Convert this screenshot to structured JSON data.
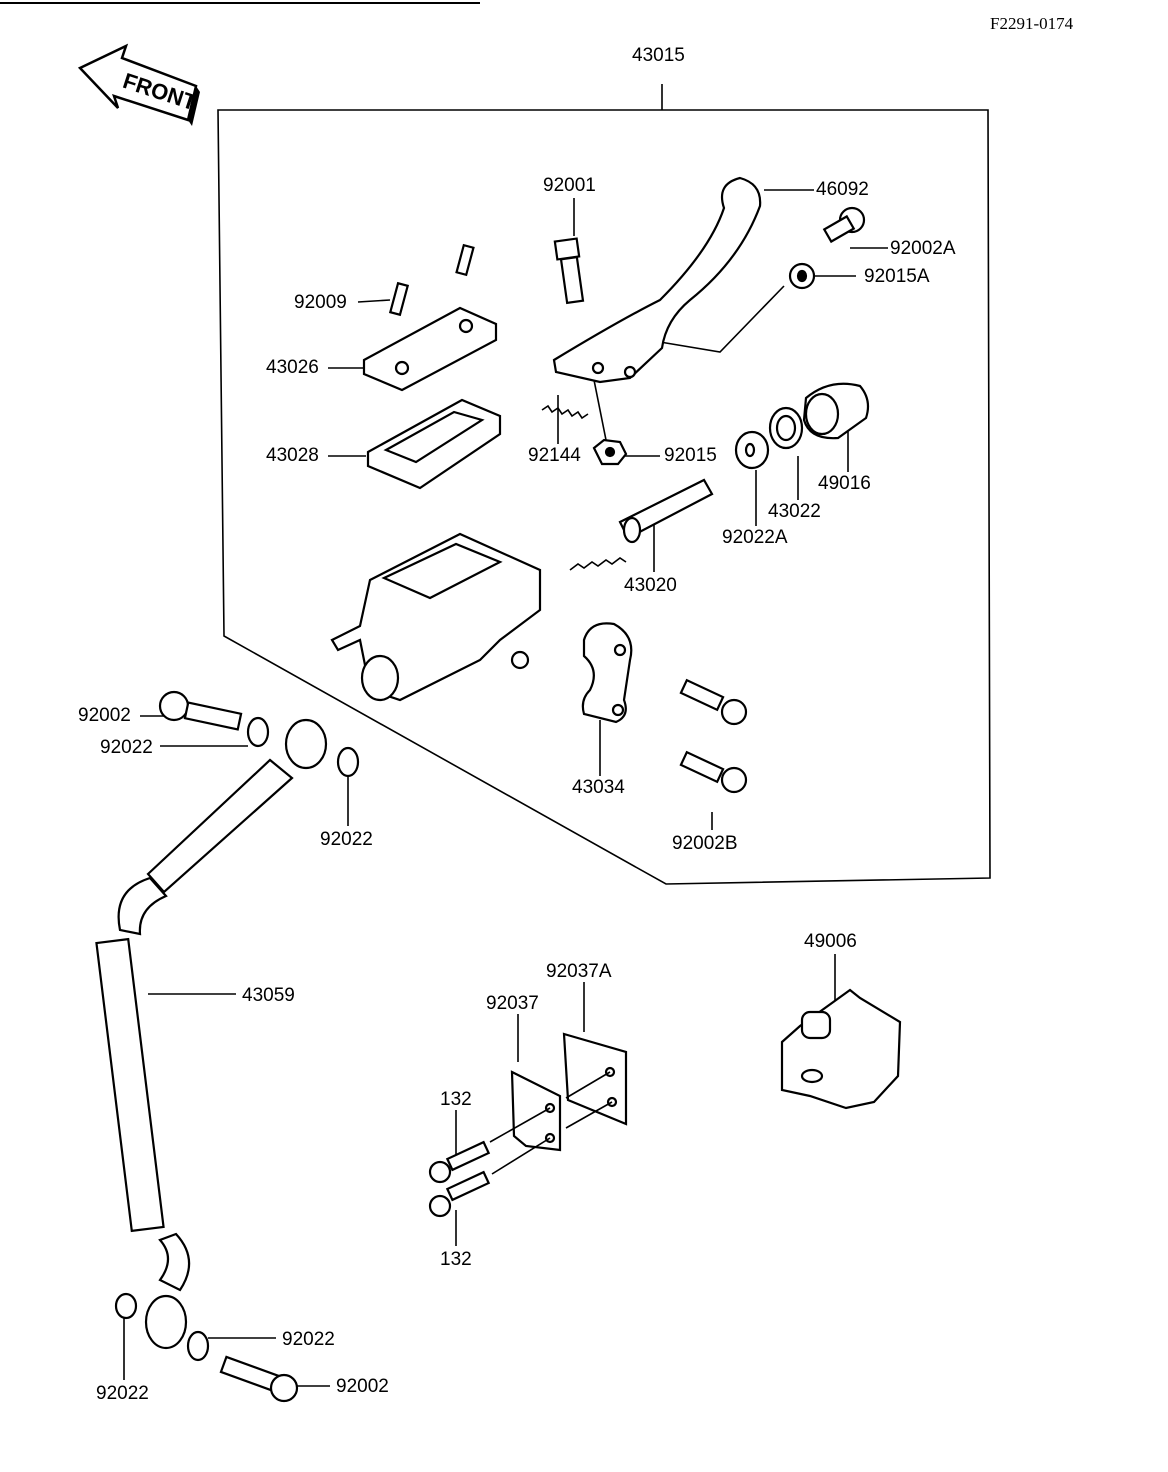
{
  "diagram": {
    "drawing_code": "F2291-0174",
    "front_arrow": "FRONT",
    "assembly_label": "43015",
    "labels": {
      "l43015": "43015",
      "l92001": "92001",
      "l46092": "46092",
      "l92002A": "92002A",
      "l92015A": "92015A",
      "l92009": "92009",
      "l43026": "43026",
      "l43028": "43028",
      "l92144": "92144",
      "l92015": "92015",
      "l49016": "49016",
      "l43022": "43022",
      "l92022A": "92022A",
      "l43020": "43020",
      "l43034": "43034",
      "l92002B": "92002B",
      "l92002_top": "92002",
      "l92022_top": "92022",
      "l92022_mid": "92022",
      "l43059": "43059",
      "l92037A": "92037A",
      "l92037": "92037",
      "l49006": "49006",
      "l132_top": "132",
      "l132_bot": "132",
      "l92022_bot_right": "92022",
      "l92022_bot_left": "92022",
      "l92002_bot": "92002"
    }
  }
}
